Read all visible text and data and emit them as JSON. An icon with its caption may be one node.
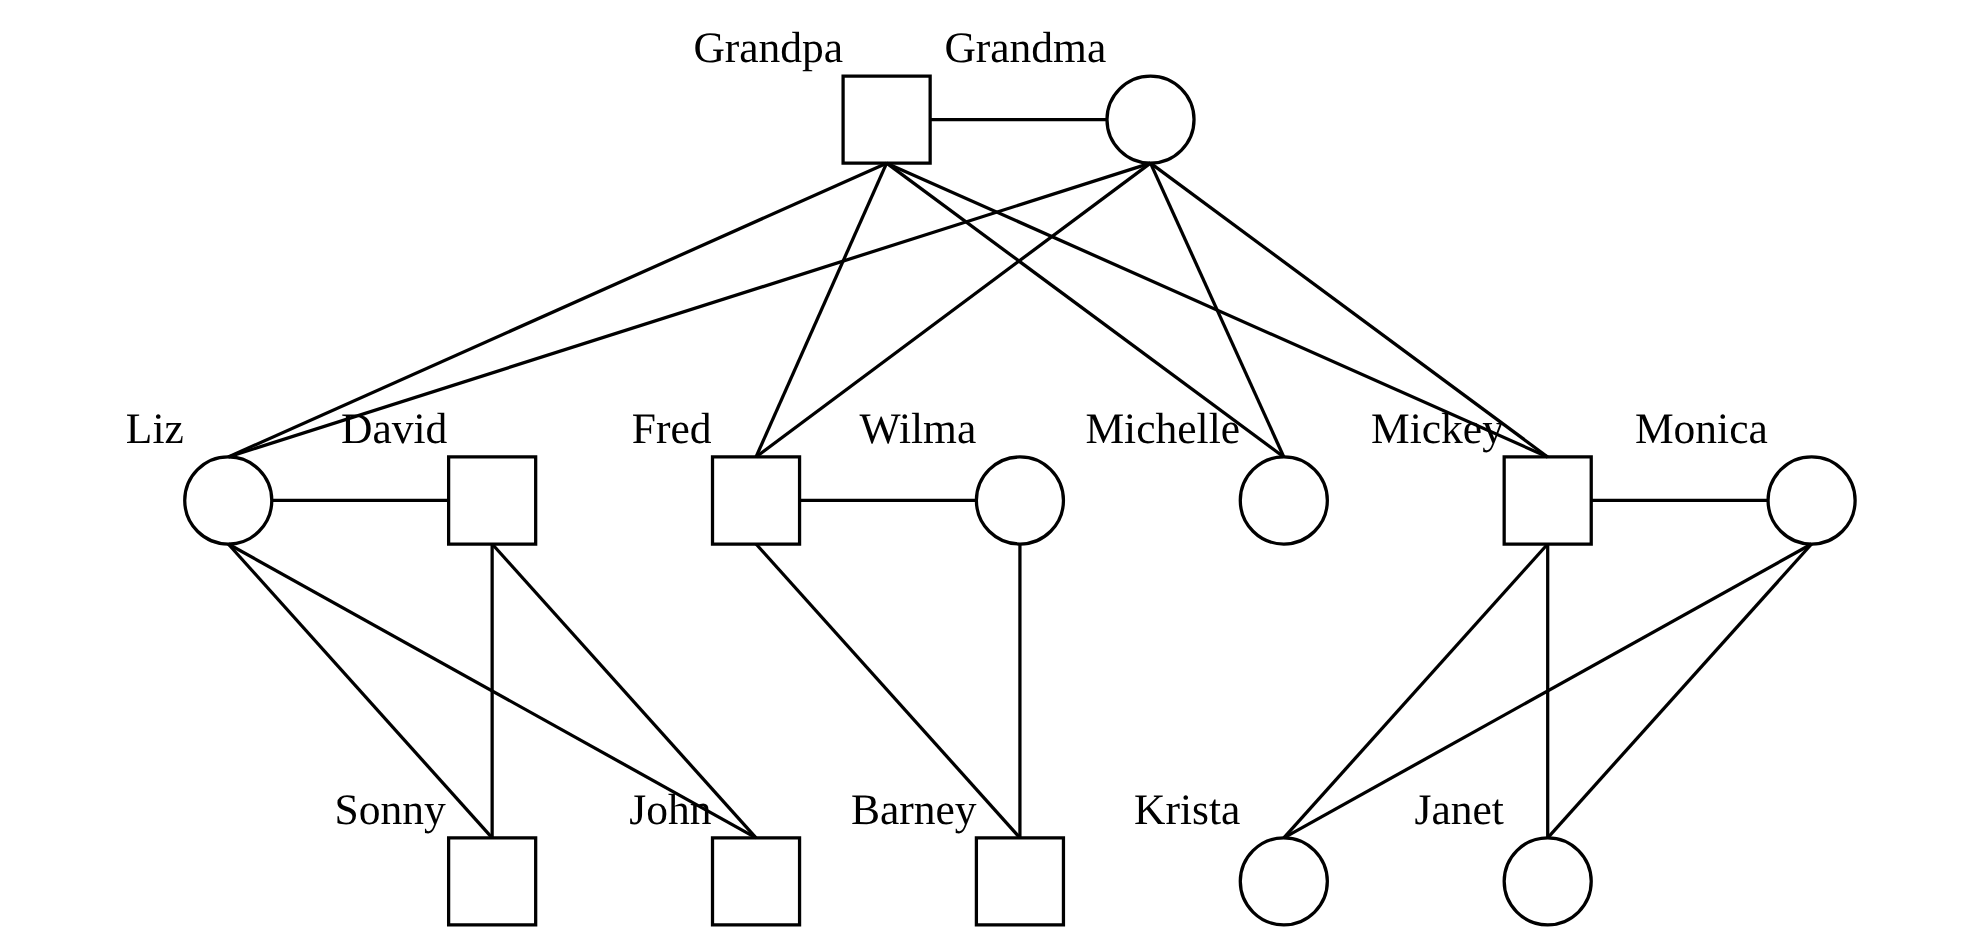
{
  "diagram": {
    "nodes": [
      {
        "text": [
          "Grandpa"
        ]
      },
      {
        "text": [
          "Grandma"
        ]
      },
      {
        "text": [
          "Liz"
        ]
      },
      {
        "text": [
          "David"
        ]
      },
      {
        "text": [
          "Fred"
        ]
      },
      {
        "text": [
          "Wilma"
        ]
      },
      {
        "text": [
          "Michelle"
        ]
      },
      {
        "text": [
          "Mickey"
        ]
      },
      {
        "text": [
          "Monica"
        ]
      },
      {
        "text": [
          "Sonny"
        ]
      },
      {
        "text": [
          "John"
        ]
      },
      {
        "text": [
          "Barney"
        ]
      },
      {
        "text": [
          "Krista"
        ]
      },
      {
        "text": [
          "Janet"
        ]
      }
    ],
    "edges": [
      {
        "from": 0,
        "to": 1,
        "arrow": "none"
      },
      {
        "from": 0,
        "to": 2,
        "arrow": "none"
      },
      {
        "from": 1,
        "to": 2,
        "arrow": "none"
      },
      {
        "from": 0,
        "to": 4,
        "arrow": "none"
      },
      {
        "from": 1,
        "to": 4,
        "arrow": "none"
      },
      {
        "from": 0,
        "to": 6,
        "arrow": "none"
      },
      {
        "from": 1,
        "to": 6,
        "arrow": "none"
      },
      {
        "from": 0,
        "to": 7,
        "arrow": "none"
      },
      {
        "from": 1,
        "to": 7,
        "arrow": "none"
      },
      {
        "from": 2,
        "to": 3,
        "arrow": "none"
      },
      {
        "from": 2,
        "to": 9,
        "arrow": "none"
      },
      {
        "from": 3,
        "to": 9,
        "arrow": "none"
      },
      {
        "from": 2,
        "to": 10,
        "arrow": "none"
      },
      {
        "from": 3,
        "to": 10,
        "arrow": "none"
      },
      {
        "from": 4,
        "to": 5,
        "arrow": "none"
      },
      {
        "from": 4,
        "to": 11,
        "arrow": "none"
      },
      {
        "from": 5,
        "to": 11,
        "arrow": "none"
      },
      {
        "from": 7,
        "to": 8,
        "arrow": "none"
      },
      {
        "from": 7,
        "to": 12,
        "arrow": "none"
      },
      {
        "from": 8,
        "to": 12,
        "arrow": "none"
      },
      {
        "from": 7,
        "to": 13,
        "arrow": "none"
      },
      {
        "from": 8,
        "to": 13,
        "arrow": "none"
      }
    ]
  }
}
